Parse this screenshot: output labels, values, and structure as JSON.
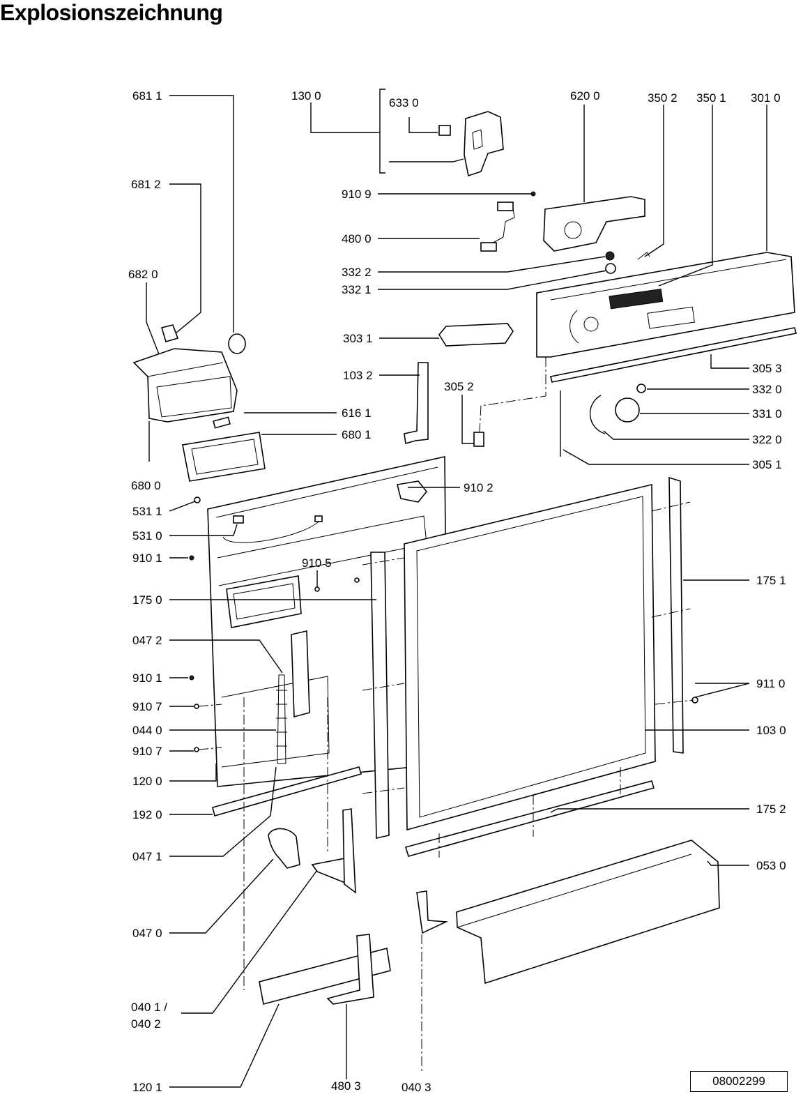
{
  "title": "Explosionszeichnung",
  "reference_number": "08002299",
  "labels": {
    "l6811": "681 1",
    "l1300": "130 0",
    "l6330": "633 0",
    "l6200": "620 0",
    "l3502": "350 2",
    "l3501": "350 1",
    "l3010": "301 0",
    "l6812": "681 2",
    "l9109": "910 9",
    "l4800": "480 0",
    "l6820": "682 0",
    "l3322": "332 2",
    "l3321": "332 1",
    "l3031": "303 1",
    "l1032": "103 2",
    "l3052": "305 2",
    "l3053": "305 3",
    "l3320": "332 0",
    "l6161": "616 1",
    "l3310": "331 0",
    "l6801": "680 1",
    "l3220": "322 0",
    "l3051": "305 1",
    "l6800": "680 0",
    "l9102": "910 2",
    "l5311": "531 1",
    "l5310": "531 0",
    "l9101a": "910 1",
    "l9105": "910 5",
    "l1751": "175 1",
    "l1750": "175 0",
    "l0472": "047 2",
    "l9101b": "910 1",
    "l9110": "911 0",
    "l9107a": "910 7",
    "l0440": "044 0",
    "l1030": "103 0",
    "l9107b": "910 7",
    "l1200": "120 0",
    "l1920": "192 0",
    "l1752": "175 2",
    "l0471": "047 1",
    "l0530": "053 0",
    "l0470": "047 0",
    "l0401a": "040 1 /",
    "l0402": "040 2",
    "l1201": "120 1",
    "l4803": "480 3",
    "l0403": "040 3"
  }
}
